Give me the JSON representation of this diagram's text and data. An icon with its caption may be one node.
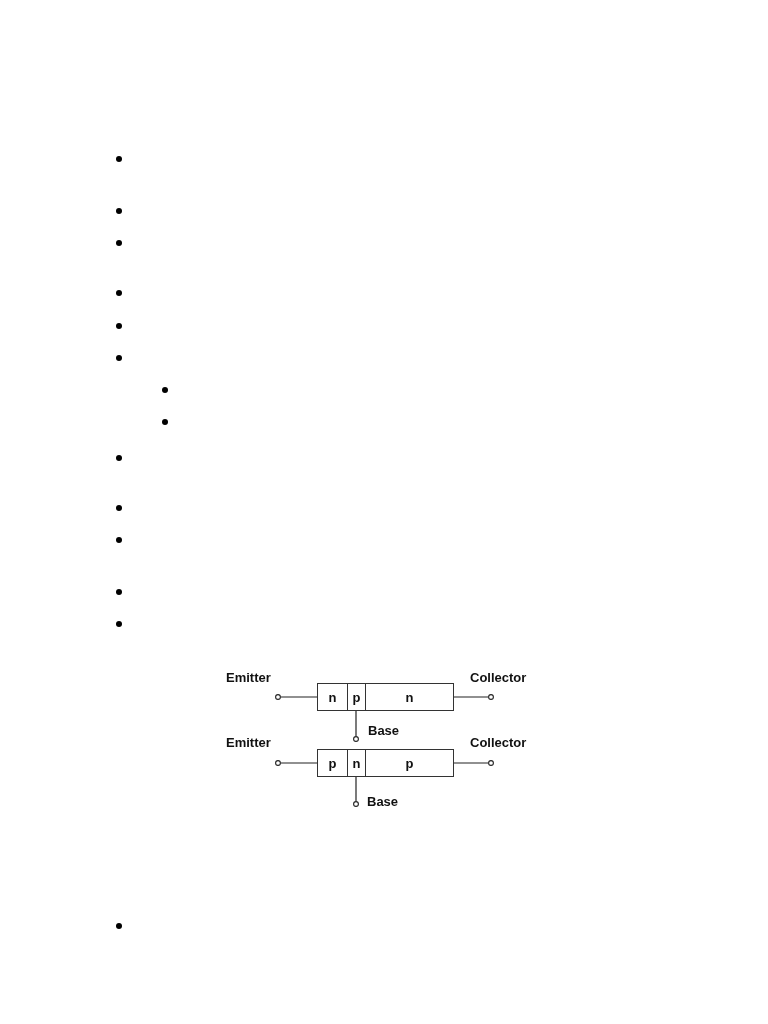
{
  "diagram": {
    "nodes": [
      {
        "text": [],
        "shape": "circle",
        "beside": [
          "Emitter"
        ]
      },
      {
        "text": [
          "n"
        ]
      },
      {
        "text": [
          "p"
        ]
      },
      {
        "text": [
          "n"
        ]
      },
      {
        "text": [],
        "shape": "circle",
        "beside": [
          "Collector"
        ]
      },
      {
        "text": [],
        "shape": "circle",
        "beside": [
          "Base"
        ]
      },
      {
        "text": [],
        "shape": "circle",
        "beside": [
          "Emitter"
        ]
      },
      {
        "text": [
          "p"
        ]
      },
      {
        "text": [
          "n"
        ]
      },
      {
        "text": [
          "p"
        ]
      },
      {
        "text": [],
        "shape": "circle",
        "beside": [
          "Collector"
        ]
      },
      {
        "text": [],
        "shape": "circle",
        "beside": [
          "Base"
        ]
      }
    ],
    "edges": [
      {
        "from": 0,
        "to": 1,
        "arrow": "none"
      },
      {
        "from": 3,
        "to": 4,
        "arrow": "none"
      },
      {
        "from": 2,
        "to": 5,
        "arrow": "none"
      },
      {
        "from": 6,
        "to": 7,
        "arrow": "none"
      },
      {
        "from": 9,
        "to": 10,
        "arrow": "none"
      },
      {
        "from": 8,
        "to": 11,
        "arrow": "none"
      }
    ]
  }
}
